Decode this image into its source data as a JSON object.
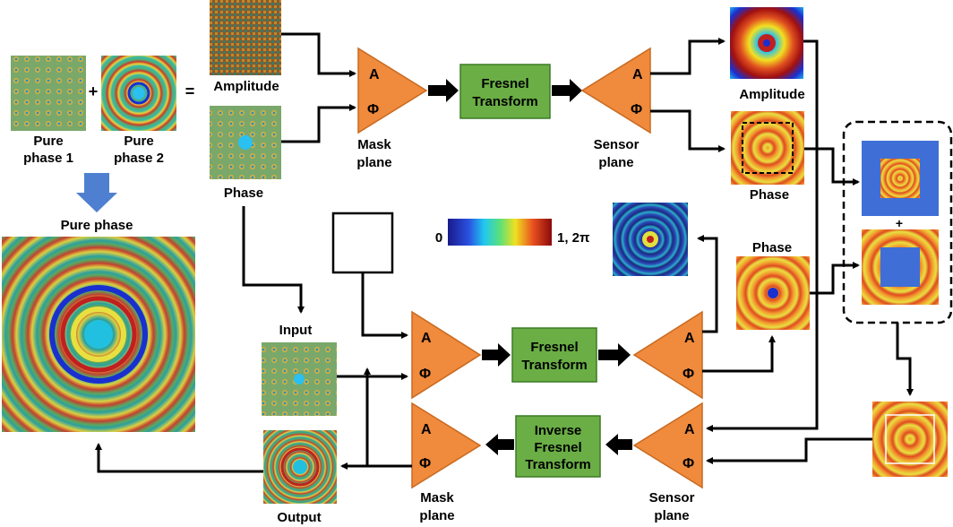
{
  "labels": {
    "pure_phase_1_a": "Pure",
    "pure_phase_1_b": "phase 1",
    "pure_phase_2_a": "Pure",
    "pure_phase_2_b": "phase 2",
    "plus": "+",
    "equals": "=",
    "amplitude_top": "Amplitude",
    "phase_top": "Phase",
    "pure_phase": "Pure phase",
    "mask_plane_a": "Mask",
    "mask_plane_b": "plane",
    "sensor_plane_a": "Sensor",
    "sensor_plane_b": "plane",
    "amplitude_right": "Amplitude",
    "phase_right": "Phase",
    "phase_mid": "Phase",
    "input": "Input",
    "output": "Output",
    "mask_plane2_a": "Mask",
    "mask_plane2_b": "plane",
    "sensor_plane2_a": "Sensor",
    "sensor_plane2_b": "plane",
    "combine_plus": "+",
    "colorbar_min": "0",
    "colorbar_max": "1, 2π"
  },
  "blocks": {
    "fresnel_top_1": "Fresnel",
    "fresnel_top_2": "Transform",
    "fresnel_mid_1": "Fresnel",
    "fresnel_mid_2": "Transform",
    "inverse_1": "Inverse",
    "inverse_2": "Fresnel",
    "inverse_3": "Transform"
  },
  "ports": {
    "a": "A",
    "phi": "Φ"
  },
  "colors": {
    "triangle": "#f08a3c",
    "triangle_stroke": "#c86a20",
    "block": "#6aae45",
    "block_stroke": "#3d7a26",
    "arrow": "#000000",
    "down_arrow": "#4f7fd0",
    "blue_fill": "#3f6fd6"
  }
}
